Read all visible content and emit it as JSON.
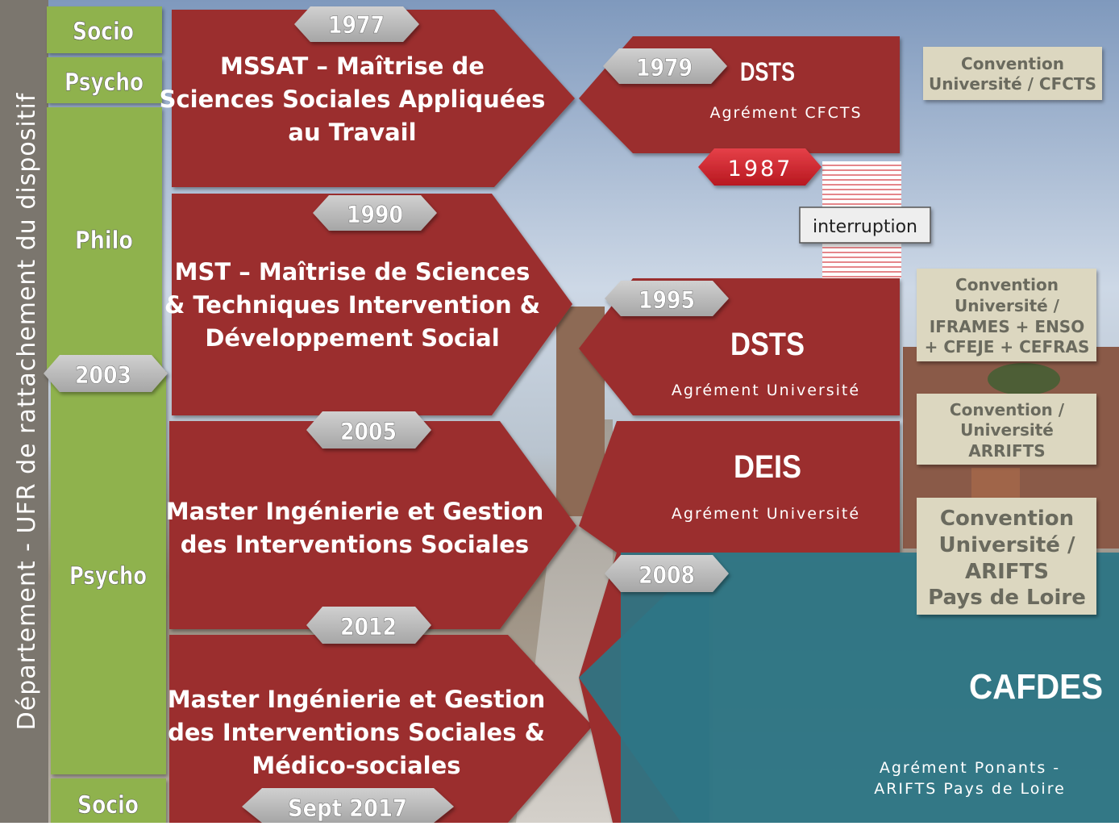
{
  "side_title": "Département - UFR de rattachement du dispositif",
  "departments": {
    "socio_top": "Socio",
    "psycho_top": "Psycho",
    "philo": "Philo",
    "psycho_mid": "Psycho",
    "socio_bottom": "Socio"
  },
  "years": {
    "y1977": "1977",
    "y1979": "1979",
    "y1987": "1987",
    "y1990": "1990",
    "y1995": "1995",
    "y2003": "2003",
    "y2005": "2005",
    "y2008": "2008",
    "y2012": "2012",
    "y2017": "Sept  2017"
  },
  "masters": {
    "mssat": [
      "MSSAT – Maîtrise de",
      "Sciences Sociales Appliquées",
      "au Travail"
    ],
    "mst": [
      "MST – Maîtrise de Sciences",
      "& Techniques Intervention &",
      "Développement Social"
    ],
    "migis": [
      "Master Ingénierie et Gestion",
      "des Interventions Sociales"
    ],
    "migisms": [
      "Master Ingénierie et Gestion",
      "des Interventions Sociales &",
      "Médico-sociales"
    ]
  },
  "diplomas": {
    "dsts1": {
      "name": "DSTS",
      "agrement": "Agrément CFCTS"
    },
    "interruption": "interruption",
    "dsts2": {
      "name": "DSTS",
      "agrement": "Agrément Université"
    },
    "deis": {
      "name": "DEIS",
      "agrement": "Agrément Université"
    },
    "cafdes": {
      "name": "CAFDES",
      "agrement": [
        "Agrément Ponants -",
        "ARIFTS Pays de Loire"
      ]
    }
  },
  "conventions": {
    "c1": [
      "Convention",
      "Université / CFCTS"
    ],
    "c2": [
      "Convention",
      "Université /",
      "IFRAMES + ENSO",
      "+ CFEJE + CEFRAS"
    ],
    "c3": [
      "Convention /",
      "Université",
      "ARRIFTS"
    ],
    "c4": [
      "Convention",
      "Université /",
      "ARIFTS",
      "Pays de Loire"
    ]
  },
  "colors": {
    "maroon": "#9b2f2f",
    "green": "#8fb24d",
    "grey_tag": "#b9b9b9",
    "red_tag": "#d3232b",
    "beige": "#dcd7c0",
    "teal": "#2e7585"
  }
}
